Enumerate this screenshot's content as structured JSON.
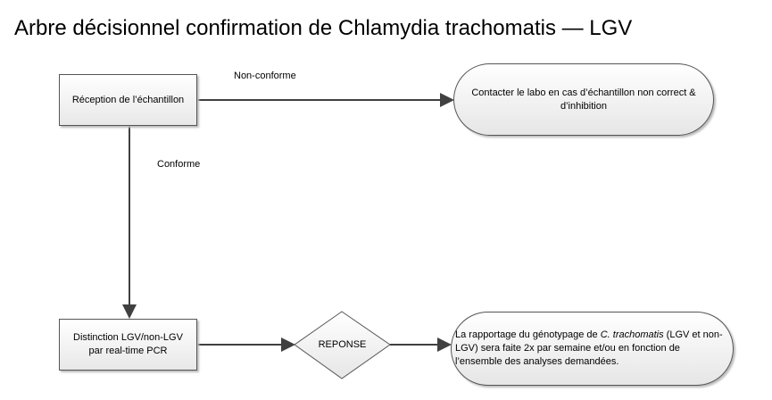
{
  "title": "Arbre décisionnel confirmation de Chlamydia trachomatis — LGV",
  "nodes": {
    "reception": "Réception de l’échantillon",
    "contact": "Contacter le labo en cas d’échantillon non correct & d’inhibition",
    "distinction_line1": "Distinction LGV/non-LGV",
    "distinction_line2": "par real-time PCR",
    "reponse": "REPONSE",
    "report_pre": "La rapportage du génotypage de ",
    "report_italic": "C. trachomatis",
    "report_post": " (LGV et non-LGV) sera faite 2x par semaine et/ou en fonction de l’ensemble des analyses demandées."
  },
  "edges": {
    "non_conforme": "Non-conforme",
    "conforme": "Conforme"
  }
}
